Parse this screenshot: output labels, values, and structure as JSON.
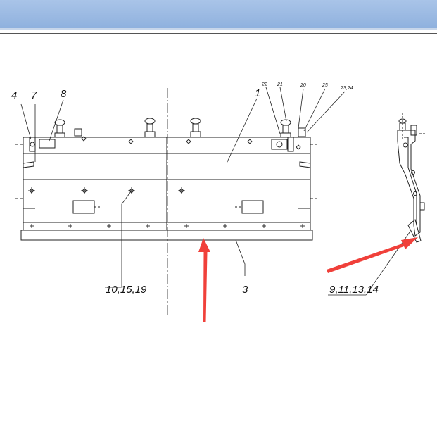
{
  "drawing": {
    "callouts": {
      "c4": "4",
      "c7": "7",
      "c8": "8",
      "c1": "1",
      "c22": "22",
      "c21": "21",
      "c20": "20",
      "c25": "25",
      "c23_24": "23,24",
      "c10_15_19": "10,15,19",
      "c3": "3",
      "c9_11_13_14": "9,11,13,14"
    },
    "colors": {
      "line": "#222222",
      "arrow": "#f0403a",
      "header": "#97b6e0"
    }
  }
}
